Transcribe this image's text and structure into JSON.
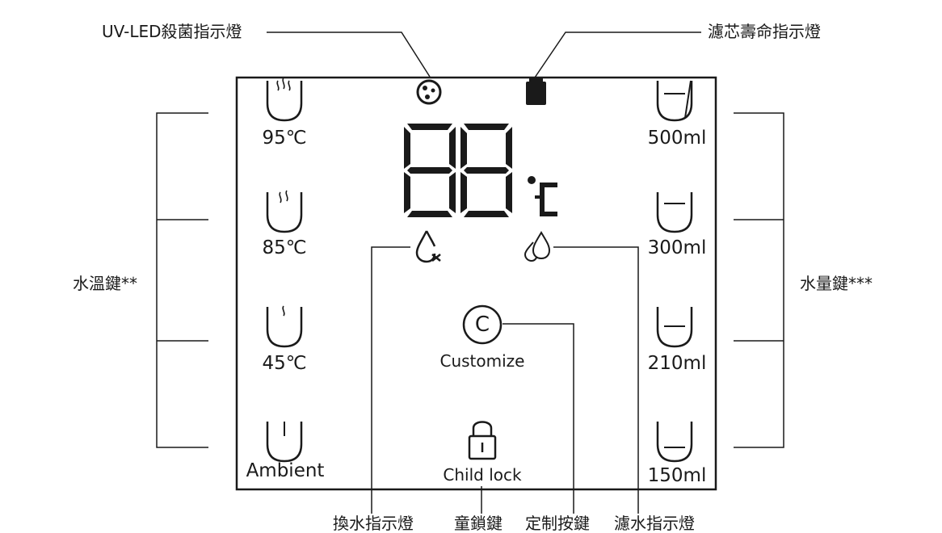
{
  "callouts": {
    "uv_led": "UV-LED殺菌指示燈",
    "filter_life": "濾芯壽命指示燈",
    "temp_keys": "水溫鍵**",
    "volume_keys": "水量鍵***",
    "change_water": "換水指示燈",
    "child_lock_key": "童鎖鍵",
    "custom_key": "定制按鍵",
    "filter_water": "濾水指示燈"
  },
  "temperatures": [
    "95℃",
    "85℃",
    "45℃",
    "Ambient"
  ],
  "volumes": [
    "500ml",
    "300ml",
    "210ml",
    "150ml"
  ],
  "center": {
    "customize": "Customize",
    "customize_symbol": "C",
    "child_lock": "Child lock"
  },
  "icons": {
    "uv": "uv-sterilization-icon",
    "filter": "filter-life-icon",
    "digits": "seven-segment-88-display",
    "celsius": "celsius-icon",
    "change_water": "water-drop-cross-icon",
    "filter_water": "double-drop-icon",
    "lock": "padlock-icon"
  }
}
